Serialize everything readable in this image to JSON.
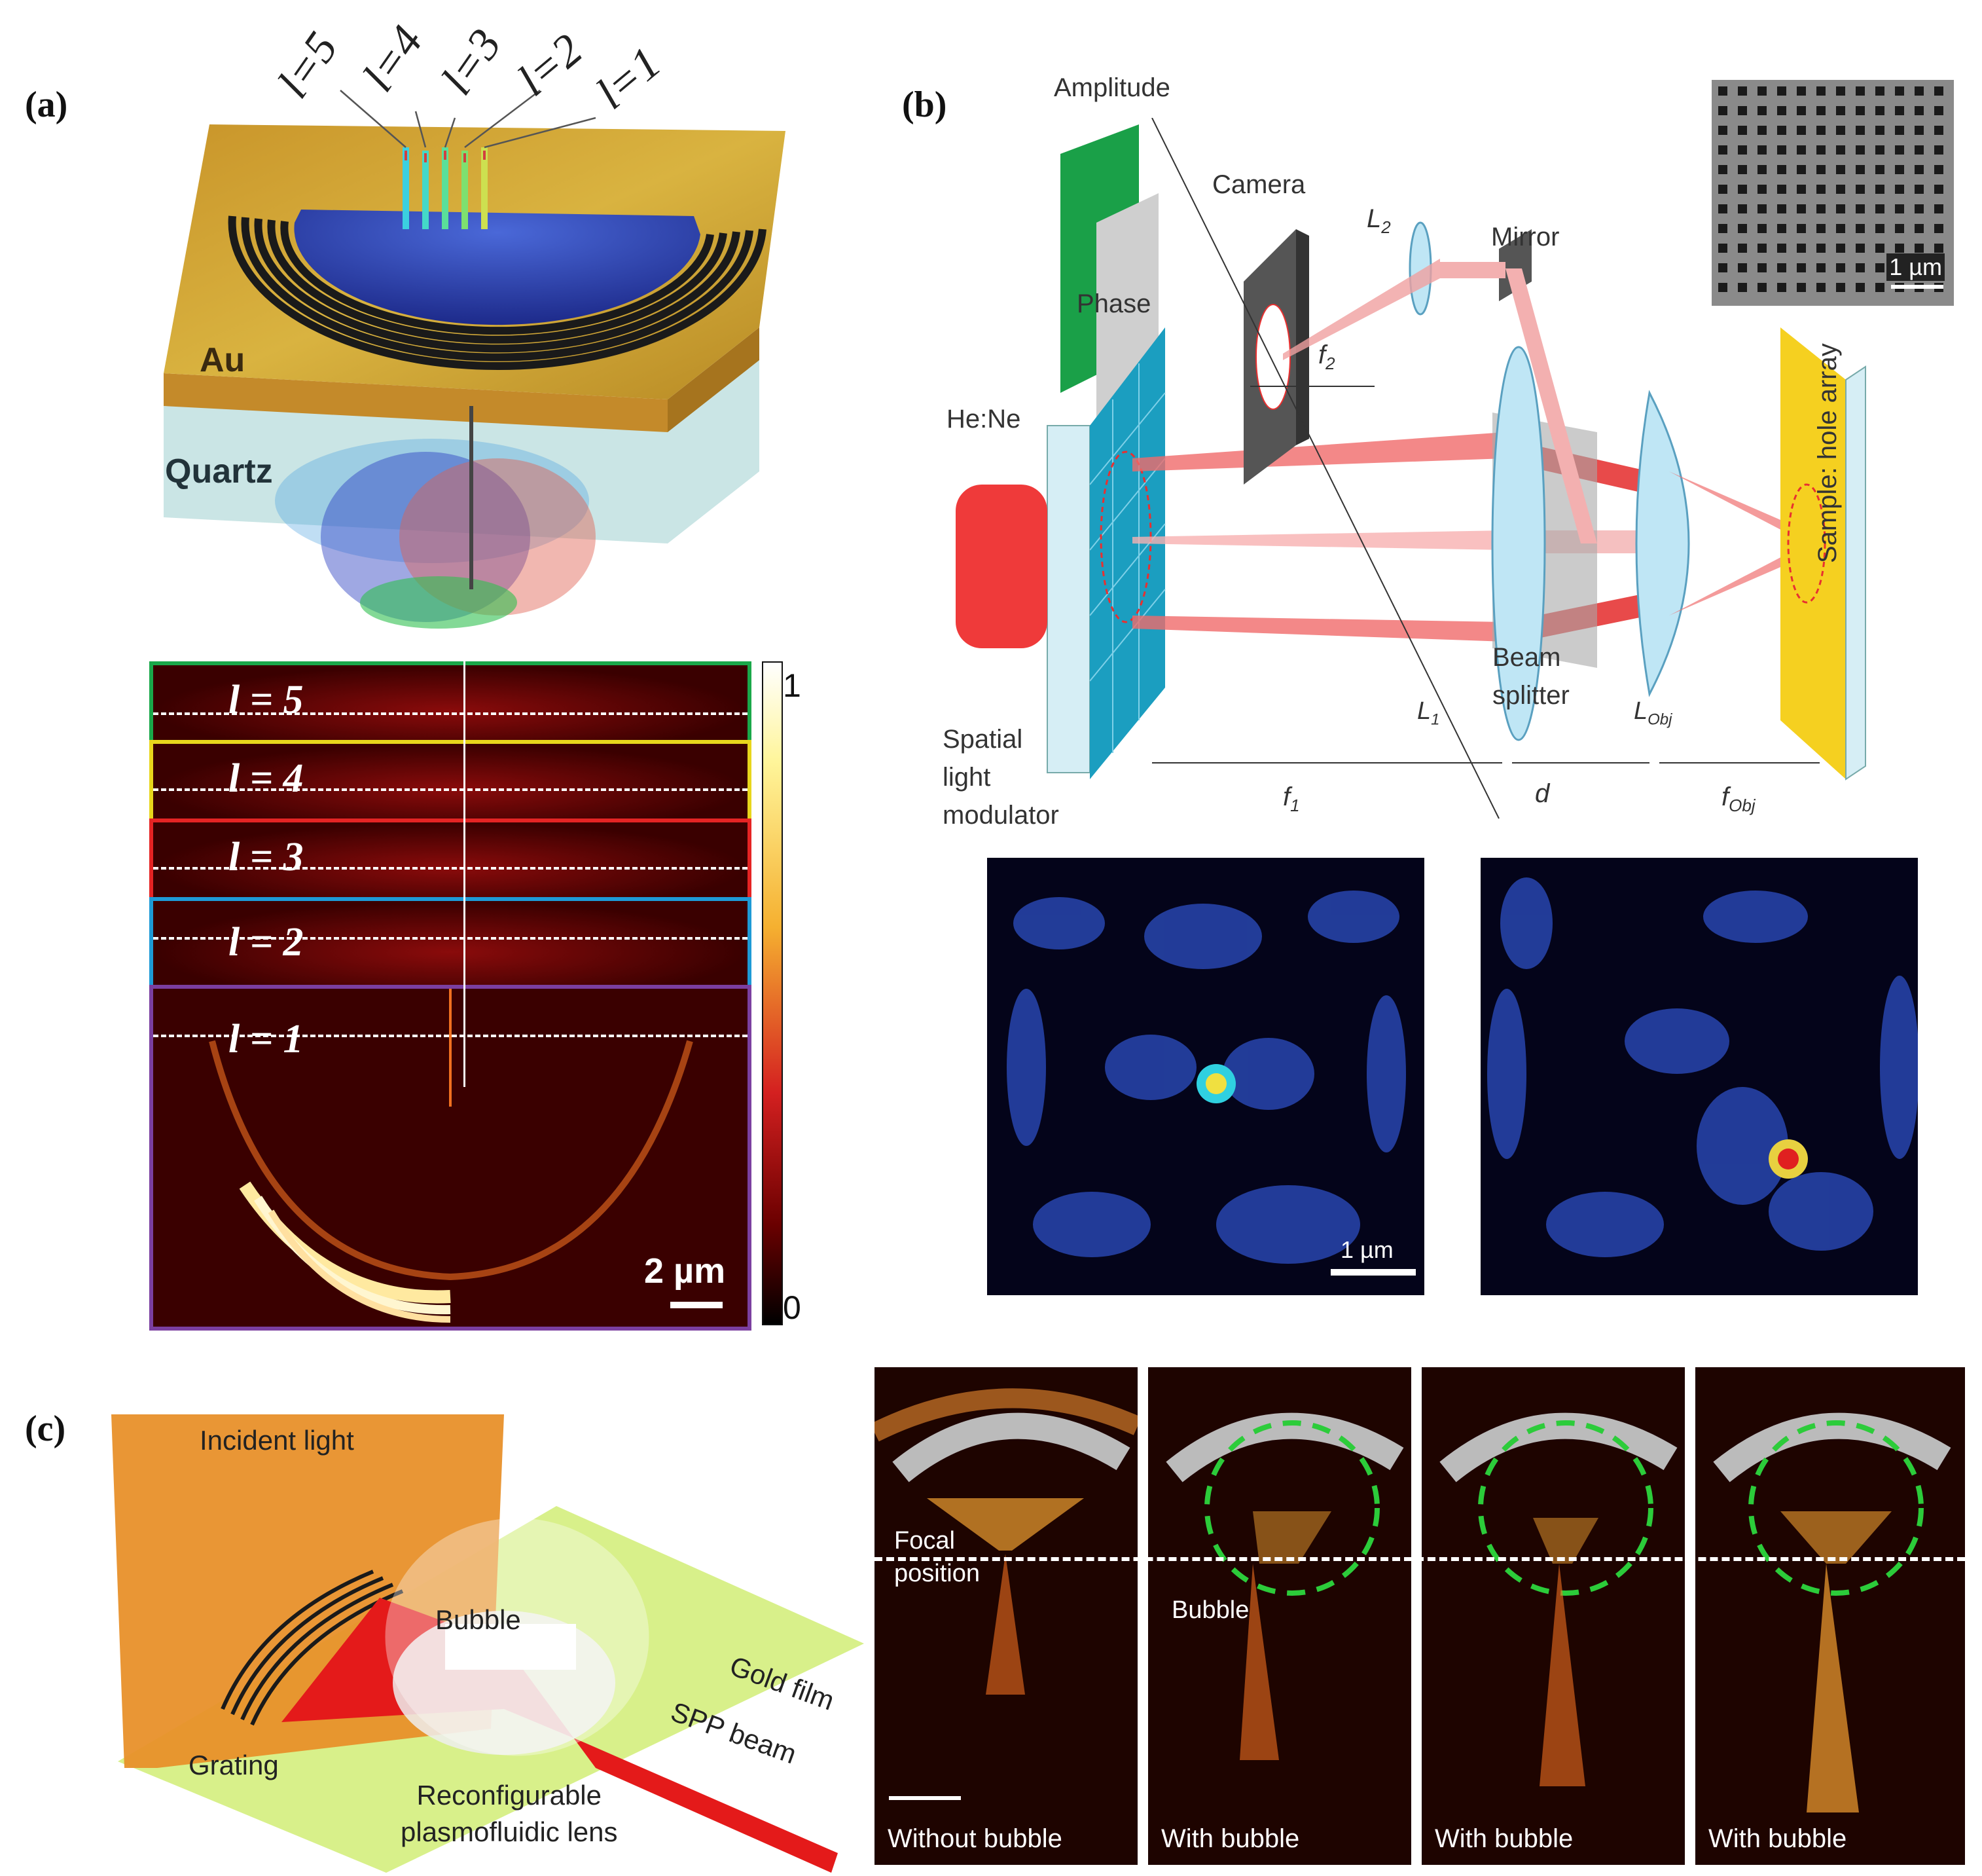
{
  "panel_a": {
    "label": "(a)",
    "orders_top": [
      "l=5",
      "l=4",
      "l=3",
      "l=2",
      "l=1"
    ],
    "layer_au": "Au",
    "layer_quartz": "Quartz",
    "maps": [
      {
        "label": "l = 5",
        "border": "#1aa84a"
      },
      {
        "label": "l = 4",
        "border": "#e8d61c"
      },
      {
        "label": "l = 3",
        "border": "#e52424"
      },
      {
        "label": "l = 2",
        "border": "#1e9ad6"
      },
      {
        "label": "l = 1",
        "border": "#7b3fa0"
      }
    ],
    "colorbar_max": "1",
    "colorbar_min": "0",
    "scalebar": "2 µm"
  },
  "panel_b": {
    "label": "(b)",
    "amplitude": "Amplitude",
    "phase": "Phase",
    "camera": "Camera",
    "l2": "L",
    "l2_sub": "2",
    "mirror": "Mirror",
    "f2": "f",
    "f2_sub": "2",
    "sem_scale": "1 µm",
    "laser": "He:Ne",
    "slm_line1": "Spatial",
    "slm_line2": "light",
    "slm_line3": "modulator",
    "l1": "L",
    "l1_sub": "1",
    "beam_splitter_1": "Beam",
    "beam_splitter_2": "splitter",
    "lobj": "L",
    "lobj_sub": "Obj",
    "sample": "Sample: hole array",
    "f1": "f",
    "f1_sub": "1",
    "d": "d",
    "fobj": "f",
    "fobj_sub": "Obj",
    "map_scale": "1 µm"
  },
  "panel_c": {
    "label": "(c)",
    "incident_light": "Incident light",
    "bubble": "Bubble",
    "gold_film": "Gold film",
    "spp_beam": "SPP beam",
    "grating": "Grating",
    "lens_line1": "Reconfigurable",
    "lens_line2": "plasmofluidic lens",
    "focal_line1": "Focal",
    "focal_line2": "position",
    "bubble_arrow": "Bubble",
    "frames": [
      "Without bubble",
      "With bubble",
      "With bubble",
      "With bubble"
    ]
  }
}
